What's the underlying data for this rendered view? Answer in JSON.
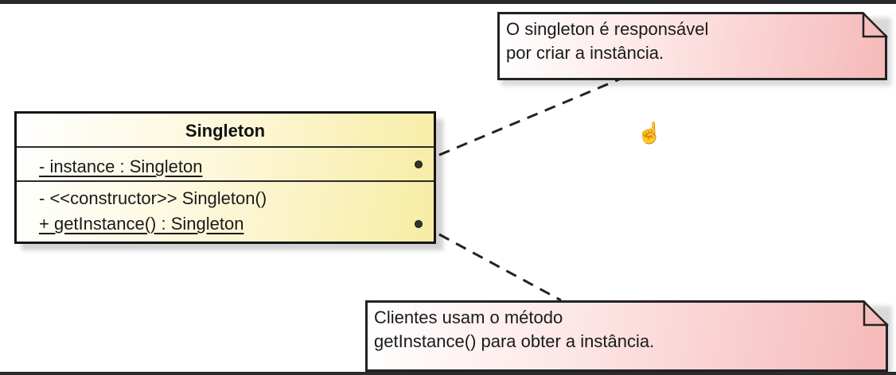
{
  "uml_class": {
    "name": "Singleton",
    "attributes": [
      "- instance : Singleton"
    ],
    "methods": [
      "- <<constructor>> Singleton()",
      "+ getInstance() : Singleton"
    ]
  },
  "notes": [
    {
      "lines": [
        "O singleton é responsável",
        "por criar a instância."
      ]
    },
    {
      "lines": [
        "Clientes usam o método",
        "getInstance() para obter a instância."
      ]
    }
  ],
  "colors": {
    "class_fill": "#f7eca4",
    "note_fill": "#f6b9b9",
    "border": "#141414"
  },
  "icons": {
    "cursor": "hand-pointer-icon"
  }
}
